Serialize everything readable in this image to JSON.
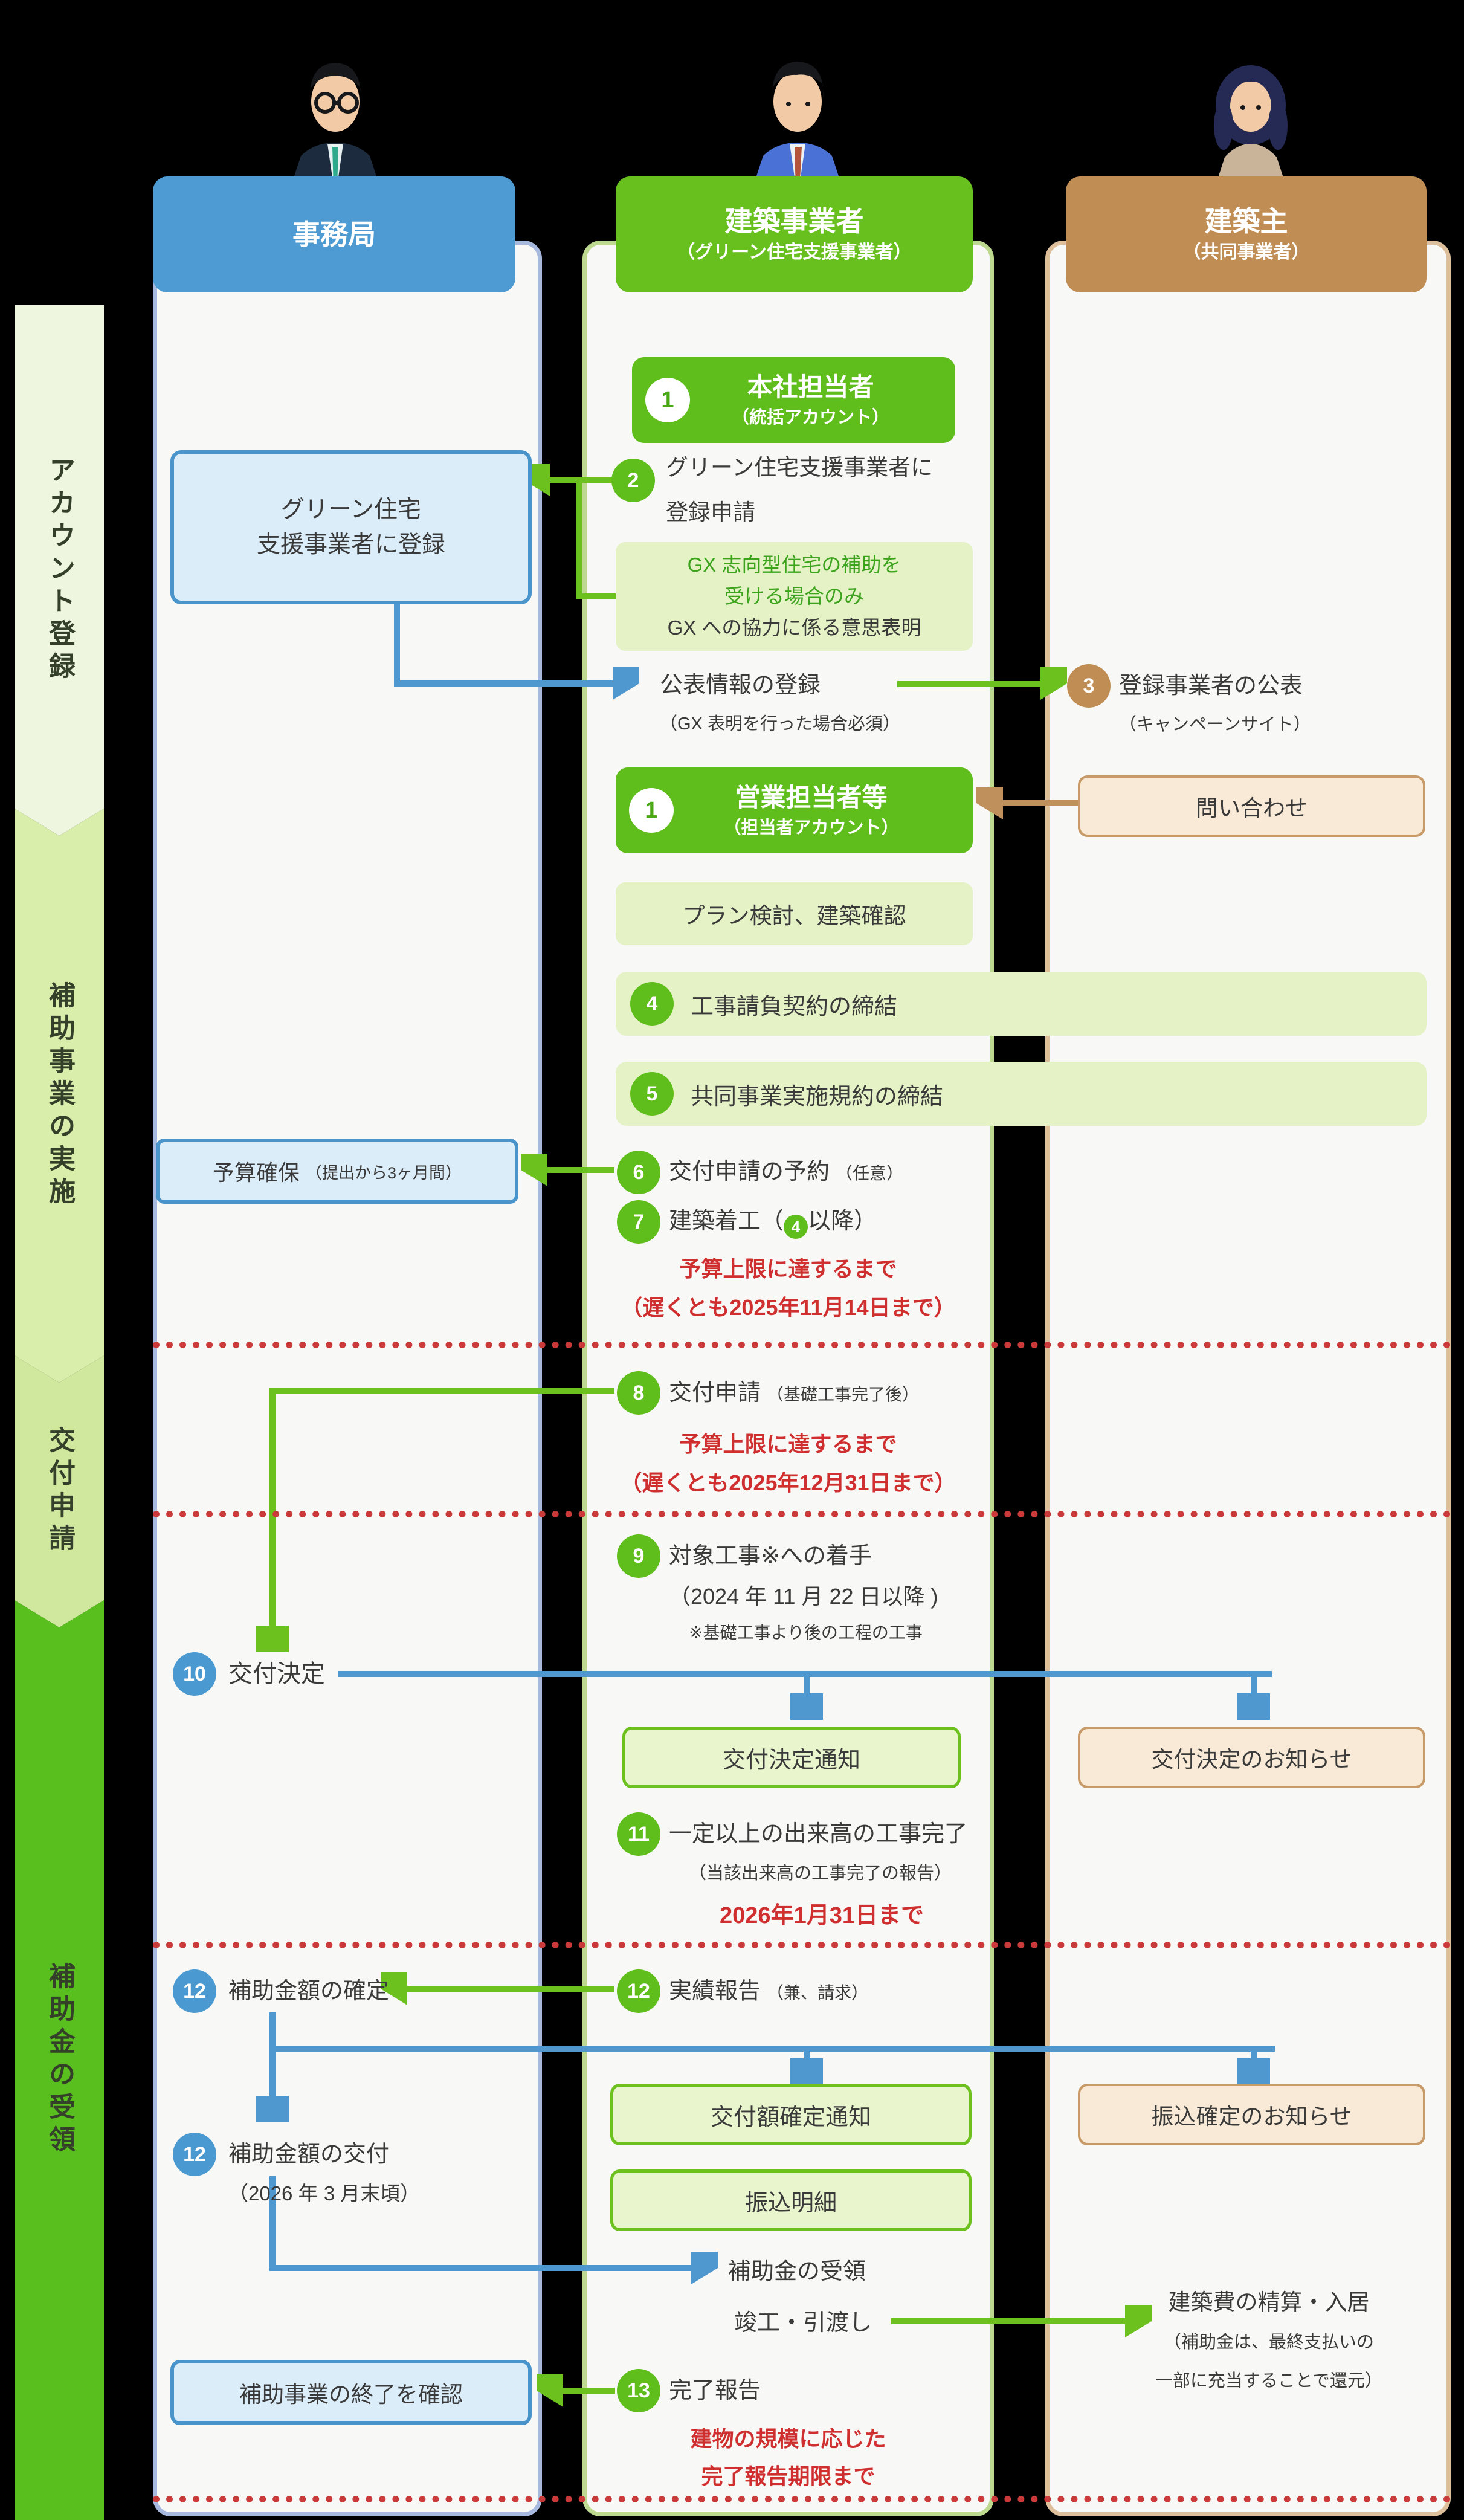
{
  "columns": {
    "secretariat": {
      "title": "事務局"
    },
    "builder": {
      "title": "建築事業者",
      "subtitle": "（グリーン住宅支援事業者）"
    },
    "owner": {
      "title": "建築主",
      "subtitle": "（共同事業者）"
    }
  },
  "phases": [
    {
      "label": "アカウント登録"
    },
    {
      "label": "補助事業の実施"
    },
    {
      "label": "交付申請"
    },
    {
      "label": "補助金の受領"
    }
  ],
  "steps": {
    "s1hq": {
      "num": "1",
      "title": "本社担当者",
      "subtitle": "（統括アカウント）"
    },
    "s2": {
      "num": "2",
      "line1": "グリーン住宅支援事業者に",
      "line2": "登録申請"
    },
    "s3": {
      "num": "3",
      "title": "登録事業者の公表",
      "subtitle": "（キャンペーンサイト）"
    },
    "s1sales": {
      "num": "1",
      "title": "営業担当者等",
      "subtitle": "（担当者アカウント）"
    },
    "s4": {
      "num": "4",
      "title": "工事請負契約の締結"
    },
    "s5": {
      "num": "5",
      "title": "共同事業実施規約の締結"
    },
    "s6": {
      "num": "6",
      "title": "交付申請の予約",
      "note": "（任意）"
    },
    "s7": {
      "num": "7",
      "pre": "建築着工（",
      "inline_num": "4",
      "post": "以降）"
    },
    "s8": {
      "num": "8",
      "title": "交付申請",
      "note": "（基礎工事完了後）"
    },
    "s9": {
      "num": "9",
      "title": "対象工事※への着手",
      "line2": "（2024 年 11 月 22 日以降 )",
      "footnote": "※基礎工事より後の工程の工事"
    },
    "s10": {
      "num": "10",
      "title": "交付決定"
    },
    "s11": {
      "num": "11",
      "title": "一定以上の出来高の工事完了",
      "subtitle": "（当該出来高の工事完了の報告）",
      "deadline": "2026年1月31日まで"
    },
    "s12mid": {
      "num": "12",
      "title": "実績報告",
      "note": "（兼、請求）"
    },
    "s12a": {
      "num": "12",
      "title": "補助金額の確定"
    },
    "s12b": {
      "num": "12",
      "title": "補助金額の交付",
      "subtitle": "（2026 年 3 月末頃）"
    },
    "s13": {
      "num": "13",
      "title": "完了報告"
    }
  },
  "boxes": {
    "register": {
      "line1": "グリーン住宅",
      "line2": "支援事業者に登録"
    },
    "gx": {
      "line1": "GX 志向型住宅の補助を",
      "line2": "受ける場合のみ",
      "line3": "GX への協力に係る意思表明"
    },
    "publish": {
      "title": "公表情報の登録",
      "subtitle": "（GX 表明を行った場合必須）"
    },
    "inquiry": {
      "label": "問い合わせ"
    },
    "plan": {
      "label": "プラン検討、建築確認"
    },
    "budget": {
      "label": "予算確保",
      "note": "（提出から3ヶ月間）"
    },
    "grant_notice": {
      "label": "交付決定通知"
    },
    "owner_grant_notice": {
      "label": "交付決定のお知らせ"
    },
    "amount_notice": {
      "label": "交付額確定通知"
    },
    "transfer_detail": {
      "label": "振込明細"
    },
    "owner_transfer_notice": {
      "label": "振込確定のお知らせ"
    },
    "receive": {
      "label": "補助金の受領"
    },
    "handover": {
      "label": "竣工・引渡し"
    },
    "settlement": {
      "title": "建築費の精算・入居",
      "sub1": "（補助金は、最終支払いの",
      "sub2": "一部に充当することで還元）"
    },
    "confirm_end": {
      "label": "補助事業の終了を確認"
    }
  },
  "deadlines": {
    "d1a": "予算上限に達するまで",
    "d1b": "（遅くとも2025年11月14日まで）",
    "d2a": "予算上限に達するまで",
    "d2b": "（遅くとも2025年12月31日まで）",
    "d3": "2026年1月31日まで",
    "d4a": "建物の規模に応じた",
    "d4b": "完了報告期限まで"
  },
  "colors": {
    "secretariat_blue": "#4d9bd2",
    "builder_green": "#5fbe1b",
    "owner_tan": "#c08d55",
    "deadline_red": "#cf2f2f",
    "arrow_green": "#6cc11e",
    "arrow_blue": "#4f97cf",
    "arrow_tan": "#c0905c",
    "phase_green_dark": "#58bf1e"
  }
}
